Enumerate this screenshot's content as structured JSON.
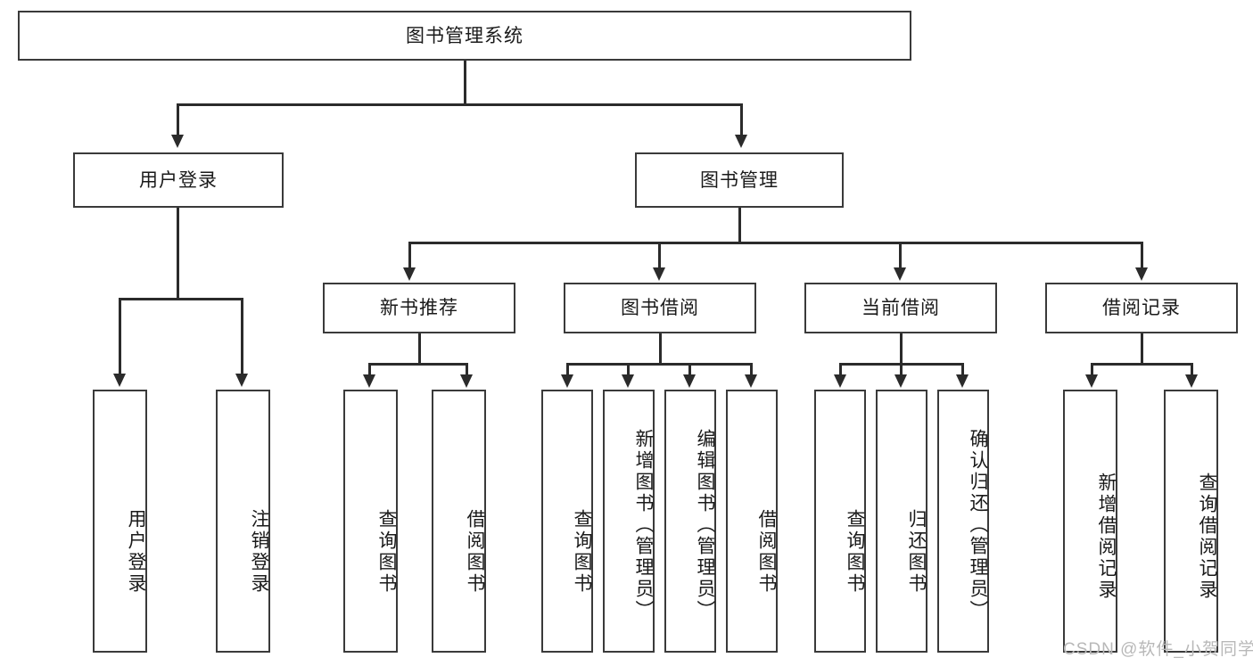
{
  "diagram": {
    "title": "图书管理系统",
    "watermark": "CSDN @软件_小贺同学",
    "colors": {
      "border": "#3a3a3a",
      "connector": "#2b2b2b",
      "background": "#ffffff",
      "text": "#1a1a1a",
      "watermark": "#b8b8b8"
    },
    "root": {
      "label": "图书管理系统"
    },
    "level2": [
      {
        "label": "用户登录"
      },
      {
        "label": "图书管理"
      }
    ],
    "level3": [
      {
        "label": "新书推荐"
      },
      {
        "label": "图书借阅"
      },
      {
        "label": "当前借阅"
      },
      {
        "label": "借阅记录"
      }
    ],
    "leaves": {
      "user_login": [
        {
          "label": "用户登录"
        },
        {
          "label": "注销登录"
        }
      ],
      "new_book_recommend": [
        {
          "label": "查询图书"
        },
        {
          "label": "借阅图书"
        }
      ],
      "book_borrow": [
        {
          "label": "查询图书"
        },
        {
          "label": "新增图书（管理员）"
        },
        {
          "label": "编辑图书（管理员）"
        },
        {
          "label": "借阅图书"
        }
      ],
      "current_borrow": [
        {
          "label": "查询图书"
        },
        {
          "label": "归还图书"
        },
        {
          "label": "确认归还（管理员）"
        }
      ],
      "borrow_record": [
        {
          "label": "新增借阅记录"
        },
        {
          "label": "查询借阅记录"
        }
      ]
    }
  }
}
